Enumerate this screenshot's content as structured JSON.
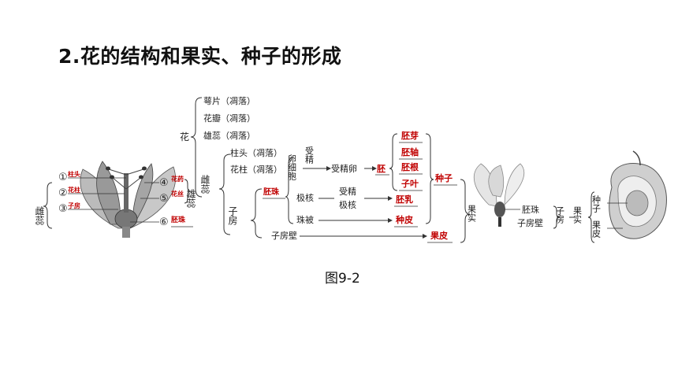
{
  "title": "2.花的结构和果实、种子的形成",
  "caption": "图9-2",
  "left_figure": {
    "pistil_label": "雌蕊",
    "stamen_label": "雄蕊",
    "num1": "①",
    "num2": "②",
    "num3": "③",
    "num4": "④",
    "num5": "⑤",
    "num6": "⑥",
    "ans_stigma": "柱头",
    "ans_style": "花柱",
    "ans_ovary": "子房",
    "ans_anther": "花药",
    "ans_filament": "花丝",
    "ans_ovule": "胚珠"
  },
  "tree": {
    "flower": "花",
    "sepal": "萼片（凋落）",
    "petal": "花瓣（凋落）",
    "stamen": "雄蕊（凋落）",
    "pistil": "雌蕊",
    "stigma": "柱头（凋落）",
    "style": "花柱（凋落）",
    "ovary": "子房",
    "ovule": "胚珠",
    "egg_cell": "卵细胞",
    "fertilized": "受精",
    "zygote": "受精卵",
    "embryo": "胚",
    "plumule": "胚芽",
    "hypocotyl": "胚轴",
    "radicle": "胚根",
    "cotyledon": "子叶",
    "seed": "种子",
    "polar_nuclei": "极核",
    "fertilized2": "受精",
    "polar2": "极核",
    "endosperm": "胚乳",
    "integument": "珠被",
    "seed_coat": "种皮",
    "ovary_wall": "子房壁",
    "pericarp": "果皮",
    "fruit": "果实"
  },
  "right_figure": {
    "ovule": "胚珠",
    "ovary_wall": "子房壁",
    "ovary": "子房",
    "fruit": "果实",
    "seed": "种子",
    "pericarp": "果皮"
  }
}
